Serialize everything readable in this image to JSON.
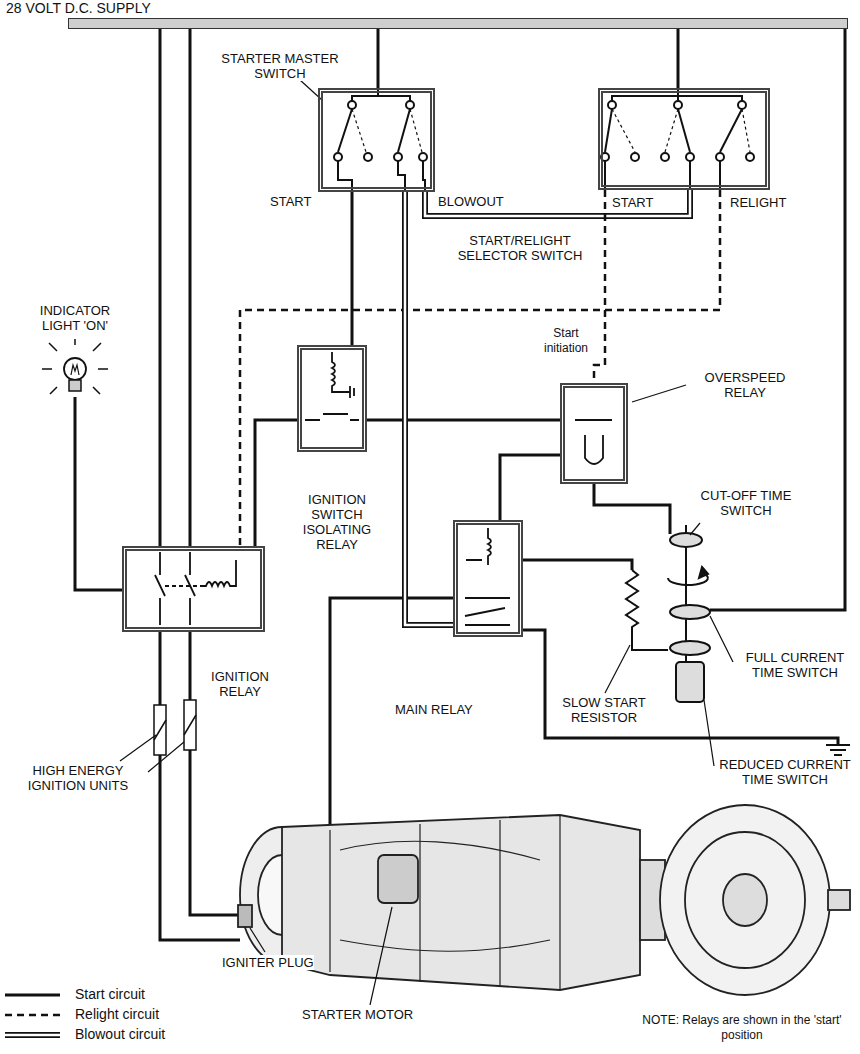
{
  "diagram": {
    "nodes": [
      {
        "text": [
          "28 VOLT D.C. SUPPLY"
        ]
      },
      {
        "text": [
          "STARTER MASTER SWITCH"
        ]
      },
      {
        "text": [
          "START/RELIGHT SELECTOR SWITCH"
        ]
      },
      {
        "text": [
          "INDICATOR LIGHT 'ON'"
        ]
      },
      {
        "text": [
          "IGNITION SWITCH ISOLATING RELAY"
        ]
      },
      {
        "text": [
          "OVERSPEED RELAY"
        ]
      },
      {
        "text": [
          "IGNITION RELAY"
        ]
      },
      {
        "text": [
          "MAIN RELAY"
        ]
      }
    ],
    "edges": [
      {
        "from": 0,
        "to": 1,
        "arrow": "none"
      },
      {
        "from": 0,
        "to": 2,
        "arrow": "none"
      },
      {
        "from": 1,
        "to": 2,
        "arrow": "none"
      },
      {
        "from": 1,
        "to": 4,
        "arrow": "none"
      },
      {
        "from": 2,
        "to": 5,
        "arrow": "none"
      },
      {
        "from": 2,
        "to": 6,
        "arrow": "none"
      },
      {
        "from": 4,
        "to": 6,
        "arrow": "none"
      },
      {
        "from": 4,
        "to": 5,
        "arrow": "none"
      },
      {
        "from": 5,
        "to": 7,
        "arrow": "none"
      },
      {
        "from": 1,
        "to": 7,
        "arrow": "none"
      },
      {
        "from": 0,
        "to": 6,
        "arrow": "none"
      },
      {
        "from": 0,
        "to": 6,
        "arrow": "none"
      },
      {
        "from": 3,
        "to": 6,
        "arrow": "none"
      }
    ],
    "labels": [
      "START",
      "BLOWOUT",
      "START",
      "RELIGHT",
      "Start initiation",
      "CUT-OFF TIME SWITCH",
      "FULL CURRENT TIME SWITCH",
      "SLOW START RESISTOR",
      "HIGH ENERGY IGNITION UNITS",
      "REDUCED CURRENT TIME SWITCH",
      "IGNITER PLUG",
      "STARTER MOTOR",
      "NOTE: Relays are shown in the 'start' position"
    ],
    "legend": [
      {
        "text": "Start circuit"
      },
      {
        "text": "Relight circuit"
      },
      {
        "text": "Blowout circuit"
      }
    ]
  }
}
